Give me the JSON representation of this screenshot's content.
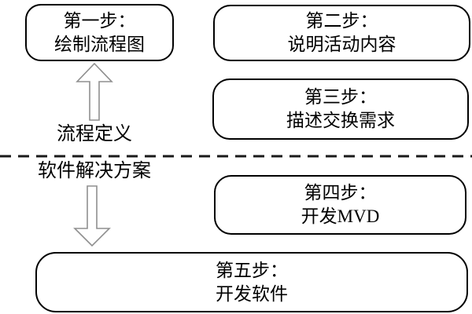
{
  "boxes": [
    {
      "name": "step-1",
      "line1": "第一步：",
      "line2": "绘制流程图"
    },
    {
      "name": "step-2",
      "line1": "第二步：",
      "line2": "说明活动内容"
    },
    {
      "name": "step-3",
      "line1": "第三步：",
      "line2": "描述交换需求"
    },
    {
      "name": "step-4",
      "line1": "第四步：",
      "line2": "开发MVD"
    },
    {
      "name": "step-5",
      "line1": "第五步：",
      "line2": "开发软件"
    }
  ],
  "labels": {
    "process_definition": "流程定义",
    "software_solution": "软件解决方案"
  },
  "icons": {
    "up_arrow": "hollow-block-arrow-up",
    "down_arrow": "hollow-block-arrow-down"
  },
  "colors": {
    "background": "#ffffff",
    "box_border": "#000000",
    "text": "#000000",
    "arrow_outline": "#8f8f8f",
    "divider": "#1a1a1a"
  }
}
